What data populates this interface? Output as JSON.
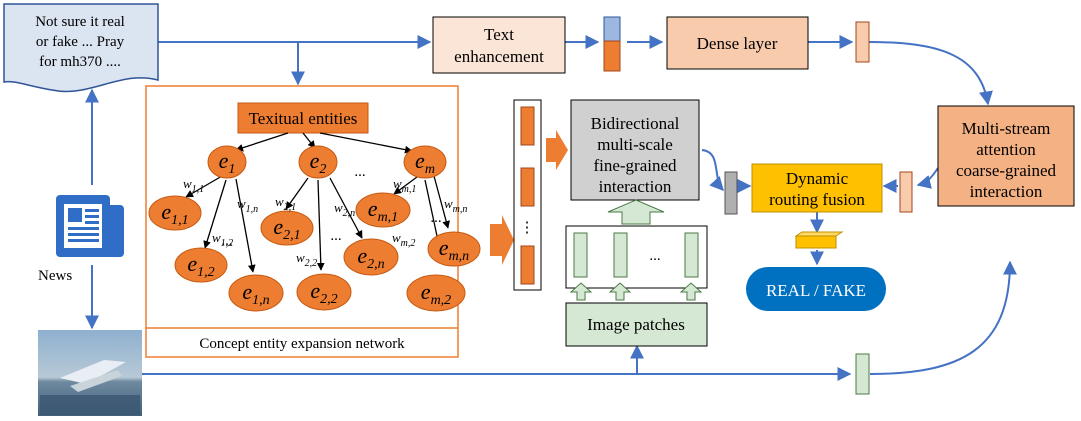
{
  "tweet": {
    "lines": [
      "Not sure it real",
      "or fake ... Pray",
      "for mh370 ...."
    ]
  },
  "news_label": "News",
  "text_enhancement": {
    "lines": [
      "Text",
      "enhancement"
    ]
  },
  "dense_layer": "Dense layer",
  "textual_entities": "Texitual entities",
  "concept_network_label": "Concept entity expansion network",
  "entities": {
    "root": [
      {
        "base": "e",
        "sub": "1"
      },
      {
        "base": "e",
        "sub": "2"
      },
      {
        "base": "e",
        "sub": "m"
      }
    ],
    "children": [
      {
        "base": "e",
        "sub": "1,1"
      },
      {
        "base": "e",
        "sub": "1,2"
      },
      {
        "base": "e",
        "sub": "1,n"
      },
      {
        "base": "e",
        "sub": "2,1"
      },
      {
        "base": "e",
        "sub": "2,2"
      },
      {
        "base": "e",
        "sub": "2,n"
      },
      {
        "base": "e",
        "sub": "m,1"
      },
      {
        "base": "e",
        "sub": "m,2"
      },
      {
        "base": "e",
        "sub": "m,n"
      }
    ],
    "ellipsis": "..."
  },
  "weights": [
    {
      "base": "w",
      "sub": "1,1"
    },
    {
      "base": "w",
      "sub": "1,n"
    },
    {
      "base": "w",
      "sub": "1,2"
    },
    {
      "base": "w",
      "sub": "2,1"
    },
    {
      "base": "w",
      "sub": "2,n"
    },
    {
      "base": "w",
      "sub": "2,2"
    },
    {
      "base": "w",
      "sub": "m,1"
    },
    {
      "base": "w",
      "sub": "m,n"
    },
    {
      "base": "w",
      "sub": "m,2"
    }
  ],
  "bidirectional": {
    "lines": [
      "Bidirectional",
      "multi-scale",
      "fine-grained",
      "interaction"
    ]
  },
  "image_patches": "Image patches",
  "patch_ellipsis": "...",
  "vertical_ellipsis": "⋮",
  "dynamic_routing": {
    "lines": [
      "Dynamic",
      "routing fusion"
    ]
  },
  "output": "REAL / FAKE",
  "multi_stream": {
    "lines": [
      "Multi-stream",
      "attention",
      "coarse-grained",
      "interaction"
    ]
  },
  "colors": {
    "flow": "#4472c4",
    "entity_orange": "#ed7d31",
    "gray_box": "#d0d0d0",
    "green_box": "#d5e8d4",
    "peach": "#f8cbad",
    "routing": "#ffc000",
    "output": "#0070c0"
  }
}
